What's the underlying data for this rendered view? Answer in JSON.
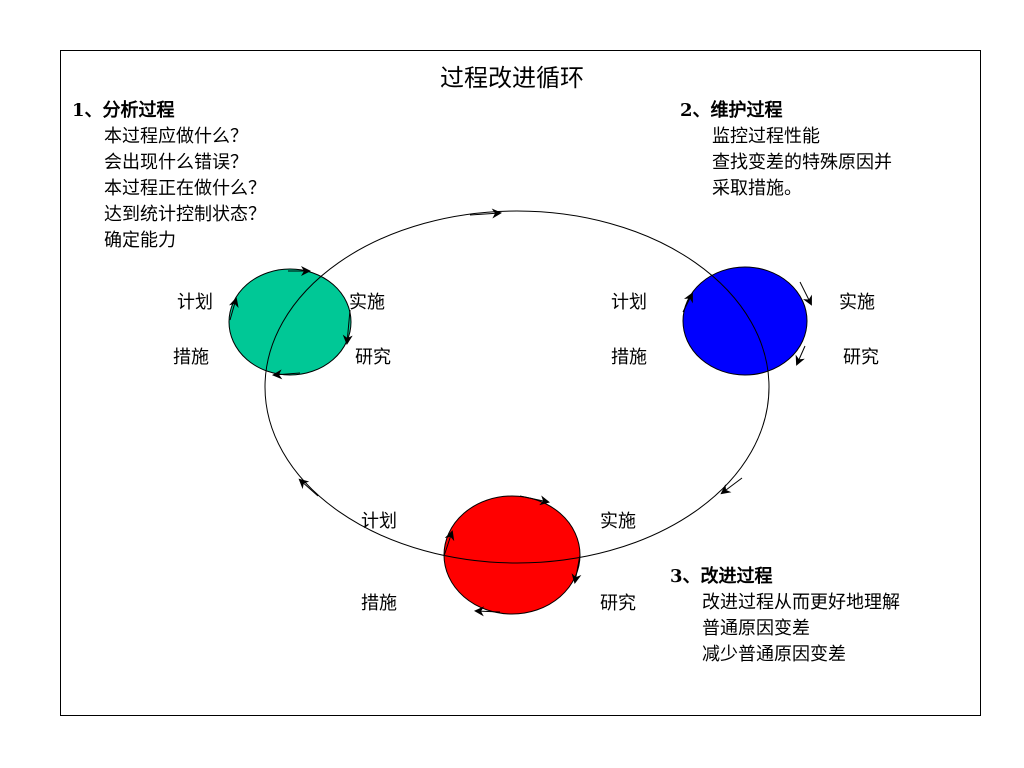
{
  "title": "过程改进循环",
  "sections": [
    {
      "heading": "1、分析过程",
      "lines": [
        "本过程应做什么？",
        "会出现什么错误？",
        "本过程正在做什么？",
        "达到统计控制状态？",
        "确定能力"
      ]
    },
    {
      "heading": "2、维护过程",
      "lines": [
        "监控过程性能",
        "查找变差的特殊原因并",
        "采取措施。"
      ]
    },
    {
      "heading": "3、改进过程",
      "lines": [
        "改进过程从而更好地理解",
        "普通原因变差",
        "减少普通原因变差"
      ]
    }
  ],
  "cycles": [
    {
      "color": "#00c896",
      "labels": {
        "plan": "计划",
        "do": "实施",
        "act": "措施",
        "study": "研究"
      }
    },
    {
      "color": "#0000ff",
      "labels": {
        "plan": "计划",
        "do": "实施",
        "act": "措施",
        "study": "研究"
      }
    },
    {
      "color": "#ff0000",
      "labels": {
        "plan": "计划",
        "do": "实施",
        "act": "措施",
        "study": "研究"
      }
    }
  ]
}
